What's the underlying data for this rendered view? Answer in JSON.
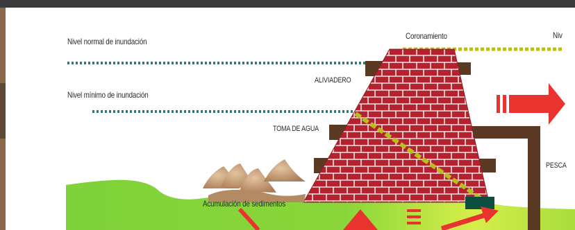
{
  "labels": {
    "normal_flood_level": "Nivel normal de inundación",
    "max_level_cut": "Niv",
    "crest": "Coronamiento",
    "spillway": "ALIVIADERO",
    "min_flood_level": "Nivel mínimo de inundación",
    "water_intake": "TOMA DE AGUA",
    "fishing_cut": "PESCA",
    "sediment": "Acumulación de sedimentos"
  },
  "colors": {
    "water_line": "#1e7f86",
    "crest_line": "#b9bf1e",
    "brick": "#b42230",
    "mortar": "#f2e6e6",
    "pipe": "#5a3a22",
    "arrow": "#e8332e",
    "grass": "#7fd23a",
    "grass_light": "#d6ee4a",
    "sediment": "#c7a27c",
    "gate": "#0d4f3f",
    "top_bar": "#3a3a3a"
  }
}
